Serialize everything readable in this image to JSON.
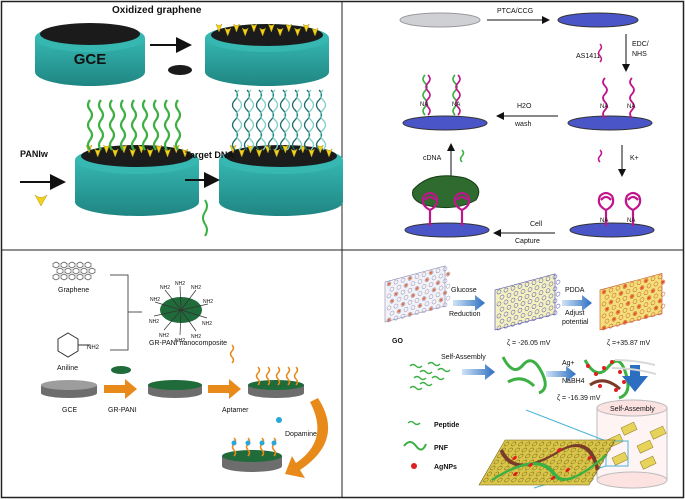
{
  "panel_a": {
    "title_oxidized_graphene": "Oxidized graphene",
    "electrode_label": "GCE",
    "paniw_label": "PANIw",
    "target_dna_label": "Target DNA"
  },
  "panel_b": {
    "step_ptca_ccg": "PTCA/CCG",
    "aptamer_label": "AS1411",
    "step_edc": "EDC/",
    "step_nhs": "NHS",
    "na_label": "NA",
    "step_h2o": "H2O",
    "step_wash": "wash",
    "cdna_label": "cDNA",
    "k_label": "K+",
    "cell_label": "Cell",
    "capture_label": "Capture"
  },
  "panel_c": {
    "graphene_label": "Graphene",
    "aniline_label": "Aniline",
    "nh2_label": "NH2",
    "nanocomposite_label": "GR-PANI nanocomposite",
    "gce_label": "GCE",
    "gr_pani_label": "GR-PANI",
    "aptamer_label": "Aptamer",
    "dopamine_label": "Dopamine"
  },
  "panel_d": {
    "go_label": "GO",
    "glucose_label": "Glucose",
    "reduction_label": "Reduction",
    "zeta1": "ζ = -26.05 mV",
    "pdda_label": "PDDA",
    "adjust_label": "Adjust",
    "potential_label": "potential",
    "zeta2": "ζ =+35.87 mV",
    "self_assembly_label": "Self-Assembly",
    "ag_label": "Ag+",
    "nabh4_label": "NaBH4",
    "zeta3": "ζ = -16.39 mV",
    "self_assembly_label2": "Self-Assembly",
    "legend_peptide": "Peptide",
    "legend_pnf": "PNF",
    "legend_agnps": "AgNPs"
  },
  "colors": {
    "teal": "#2aa5a0",
    "teal_dark": "#1f7d7a",
    "black_layer": "#1b1b1b",
    "yellow": "#f2d21b",
    "green": "#3cb043",
    "blue_disk": "#4a55c8",
    "magenta": "#c0168c",
    "orange_arrow": "#e88a1a",
    "grey_disk": "#8e8e8e",
    "dark_green": "#1f6b3a",
    "red": "#e02020"
  }
}
